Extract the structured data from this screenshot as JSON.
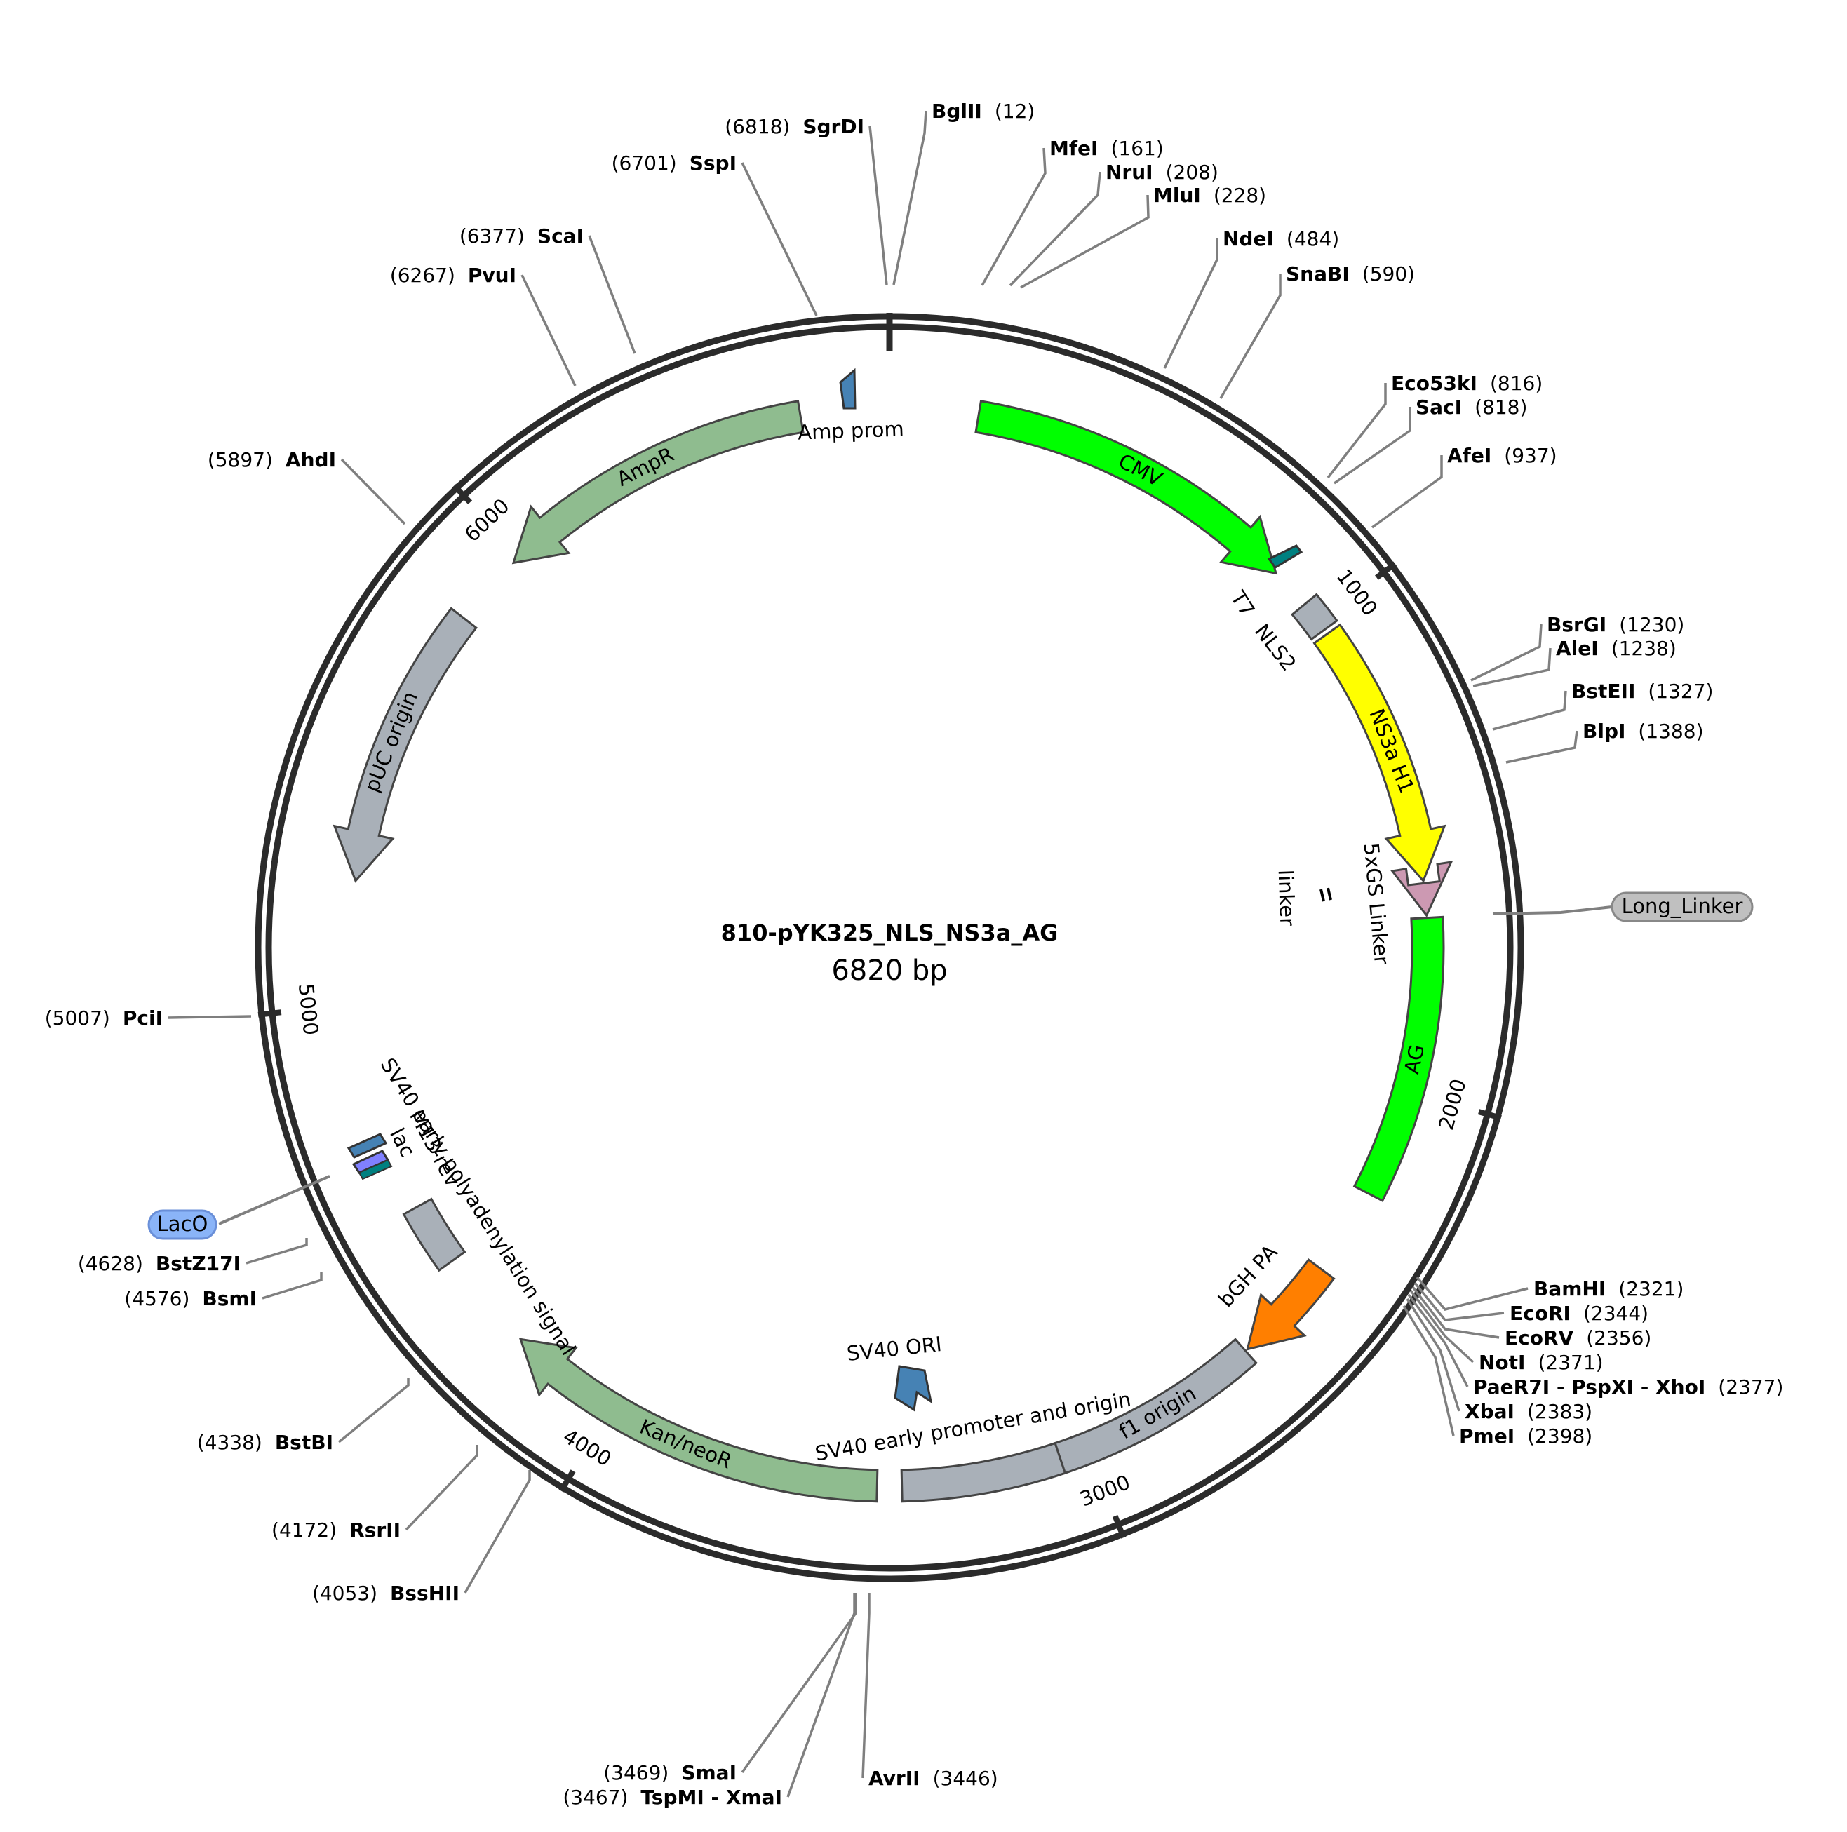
{
  "plasmid": {
    "name": "810-pYK325_NLS_NS3a_AG",
    "length_label": "6820 bp",
    "length": 6820
  },
  "ticks": [
    {
      "pos": 1000,
      "label": "1000"
    },
    {
      "pos": 2000,
      "label": "2000"
    },
    {
      "pos": 3000,
      "label": "3000"
    },
    {
      "pos": 4000,
      "label": "4000"
    },
    {
      "pos": 5000,
      "label": "5000"
    },
    {
      "pos": 6000,
      "label": "6000"
    }
  ],
  "features": [
    {
      "name": "CMV",
      "start": 180,
      "end": 870,
      "dir": 1,
      "color": "#00ff00",
      "label_inside": true
    },
    {
      "name": "NLS2",
      "start": 955,
      "end": 1020,
      "dir": 0,
      "color": "#a9b0b8",
      "label_inside": false
    },
    {
      "name": "NS3a H1",
      "start": 1030,
      "end": 1570,
      "dir": 1,
      "color": "#ffff00",
      "label_inside": true
    },
    {
      "name": "5xGS Linker",
      "start": 1575,
      "end": 1640,
      "dir": 1,
      "color": "#cc99b2",
      "label_inside": false
    },
    {
      "name": "AG",
      "start": 1645,
      "end": 2220,
      "dir": 0,
      "color": "#00ff00",
      "label_inside": true
    },
    {
      "name": "bGH PA",
      "start": 2400,
      "end": 2620,
      "dir": 1,
      "color": "#ff7f00",
      "label_inside": false
    },
    {
      "name": "f1 origin",
      "start": 2625,
      "end": 3060,
      "dir": 0,
      "color": "#a9b0b8",
      "label_inside": true
    },
    {
      "name": "SV40 early promoter and origin",
      "start": 3060,
      "end": 3385,
      "dir": 0,
      "color": "#a9b0b8",
      "label_inside": false
    },
    {
      "name": "Kan/neoR",
      "start": 3435,
      "end": 4230,
      "dir": 1,
      "color": "#8fbc8f",
      "label_inside": true
    },
    {
      "name": "SV40 early polyadenylation signal",
      "start": 4440,
      "end": 4570,
      "dir": 0,
      "color": "#a9b0b8",
      "label_inside": false
    },
    {
      "name": "pUC origin",
      "start": 5250,
      "end": 5830,
      "dir": -1,
      "color": "#a9b0b8",
      "label_inside": true
    },
    {
      "name": "AmpR",
      "start": 5980,
      "end": 6640,
      "dir": -1,
      "color": "#8fbc8f",
      "label_inside": true
    }
  ],
  "small_features": [
    {
      "name": "Amp prom",
      "color": "#4682b4"
    },
    {
      "name": "T7",
      "color": "#008080"
    },
    {
      "name": "linker",
      "color": "#000000"
    },
    {
      "name": "SV40 ORI",
      "color": "#4682b4"
    },
    {
      "name": "M13-rev",
      "color": "#4682b4"
    },
    {
      "name": "lac",
      "color": "#8080ff"
    },
    {
      "name": "LacO",
      "color": "#8ab4f8"
    },
    {
      "name": "Long_Linker",
      "color": "#c0c0c0"
    }
  ],
  "sites": [
    {
      "name": "BglII",
      "pos": "(12)"
    },
    {
      "name": "MfeI",
      "pos": "(161)"
    },
    {
      "name": "NruI",
      "pos": "(208)"
    },
    {
      "name": "MluI",
      "pos": "(228)"
    },
    {
      "name": "NdeI",
      "pos": "(484)"
    },
    {
      "name": "SnaBI",
      "pos": "(590)"
    },
    {
      "name": "Eco53kI",
      "pos": "(816)"
    },
    {
      "name": "SacI",
      "pos": "(818)"
    },
    {
      "name": "AfeI",
      "pos": "(937)"
    },
    {
      "name": "BsrGI",
      "pos": "(1230)"
    },
    {
      "name": "AleI",
      "pos": "(1238)"
    },
    {
      "name": "BstEII",
      "pos": "(1327)"
    },
    {
      "name": "BlpI",
      "pos": "(1388)"
    },
    {
      "name": "BamHI",
      "pos": "(2321)"
    },
    {
      "name": "EcoRI",
      "pos": "(2344)"
    },
    {
      "name": "EcoRV",
      "pos": "(2356)"
    },
    {
      "name": "NotI",
      "pos": "(2371)"
    },
    {
      "name": "PaeR7I - PspXI - XhoI",
      "pos": "(2377)"
    },
    {
      "name": "XbaI",
      "pos": "(2383)"
    },
    {
      "name": "PmeI",
      "pos": "(2398)"
    },
    {
      "name": "AvrII",
      "pos": "(3446)"
    },
    {
      "name": "SmaI",
      "pos": "(3469)"
    },
    {
      "name": "TspMI - XmaI",
      "pos": "(3467)"
    },
    {
      "name": "BssHII",
      "pos": "(4053)"
    },
    {
      "name": "RsrII",
      "pos": "(4172)"
    },
    {
      "name": "BstBI",
      "pos": "(4338)"
    },
    {
      "name": "BsmI",
      "pos": "(4576)"
    },
    {
      "name": "BstZ17I",
      "pos": "(4628)"
    },
    {
      "name": "PciI",
      "pos": "(5007)"
    },
    {
      "name": "AhdI",
      "pos": "(5897)"
    },
    {
      "name": "PvuI",
      "pos": "(6267)"
    },
    {
      "name": "ScaI",
      "pos": "(6377)"
    },
    {
      "name": "SspI",
      "pos": "(6701)"
    },
    {
      "name": "SgrDI",
      "pos": "(6818)"
    }
  ]
}
